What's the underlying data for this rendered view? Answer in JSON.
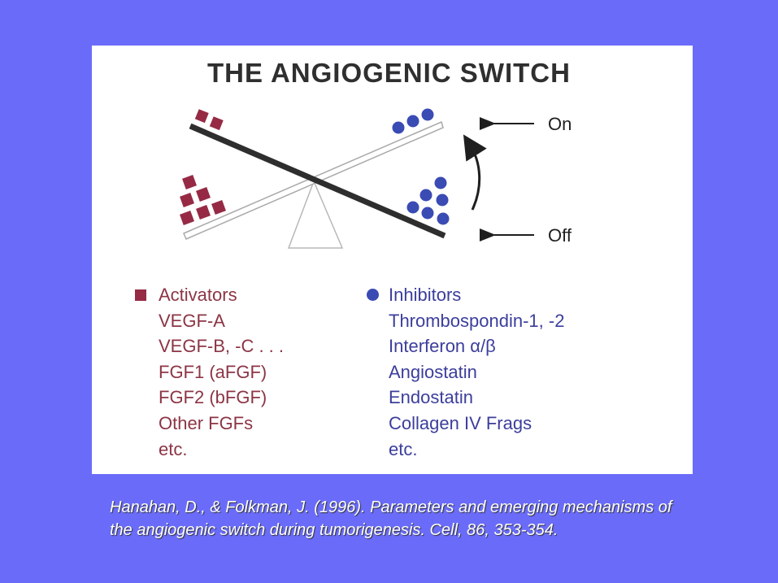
{
  "title": "THE ANGIOGENIC SWITCH",
  "labels": {
    "on": "On",
    "off": "Off"
  },
  "activators": {
    "heading": "Activators",
    "items": [
      "VEGF-A",
      "VEGF-B, -C . . .",
      "FGF1 (aFGF)",
      "FGF2 (bFGF)",
      "Other FGFs",
      "etc."
    ]
  },
  "inhibitors": {
    "heading": "Inhibitors",
    "items": [
      "Thrombospondin-1, -2",
      "Interferon α/β",
      "Angiostatin",
      "Endostatin",
      "Collagen IV Frags",
      "etc."
    ]
  },
  "citation": {
    "line1": "Hanahan, D., & Folkman, J.  (1996).  Parameters and emerging mechanisms of",
    "line2": "the angiogenic switch during tumorigenesis.  Cell, 86, 353-354."
  },
  "colors": {
    "background": "#6a6cf9",
    "activator": "#962a45",
    "inhibitor": "#3a4bb4",
    "beam_dark": "#2e2e2e"
  }
}
